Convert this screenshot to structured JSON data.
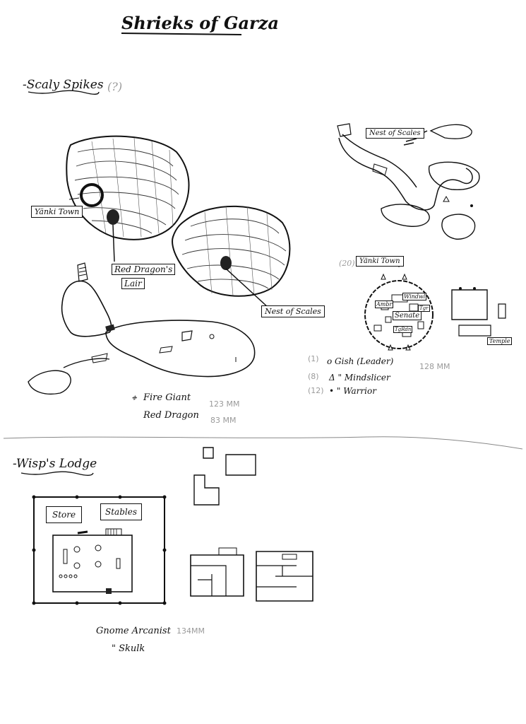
{
  "title": "Shrieks of Garza",
  "section1": {
    "heading": "-Scaly Spikes",
    "heading_note": "(?)",
    "labels": {
      "yanki_town": "Yänki Town",
      "red_dragons_lair_1": "Red Dragon's",
      "red_dragons_lair_2": "Lair",
      "nest_of_scales": "Nest of Scales",
      "nest_of_scales_small": "Nest of Scales",
      "yanki_town_inset_num": "(20)",
      "yanki_town_inset": "Yänki Town",
      "ambr": "Ambr",
      "windowl": "Windwl",
      "senate": "Senate",
      "tgr": "Tgr",
      "tg_rdn": "TgRdn",
      "temple": "Temple"
    },
    "monsters": {
      "fire_giant": "Fire Giant",
      "fire_giant_ref": "123 MM",
      "red_dragon": "Red Dragon",
      "red_dragon_ref": "83 MM"
    },
    "yanki": {
      "gish_count": "(1)",
      "gish": "o Gish (Leader)",
      "gish_ref": "128 MM",
      "mindslicer_count": "(8)",
      "mindslicer": "Δ \" Mindslicer",
      "warrior_count": "(12)",
      "warrior": "• \" Warrior"
    }
  },
  "section2": {
    "heading": "-Wisp's Lodge",
    "store": "Store",
    "stables": "Stables",
    "gnome_arcanist": "Gnome Arcanist",
    "gnome_ref": "134MM",
    "skulk": "\" Skulk"
  }
}
